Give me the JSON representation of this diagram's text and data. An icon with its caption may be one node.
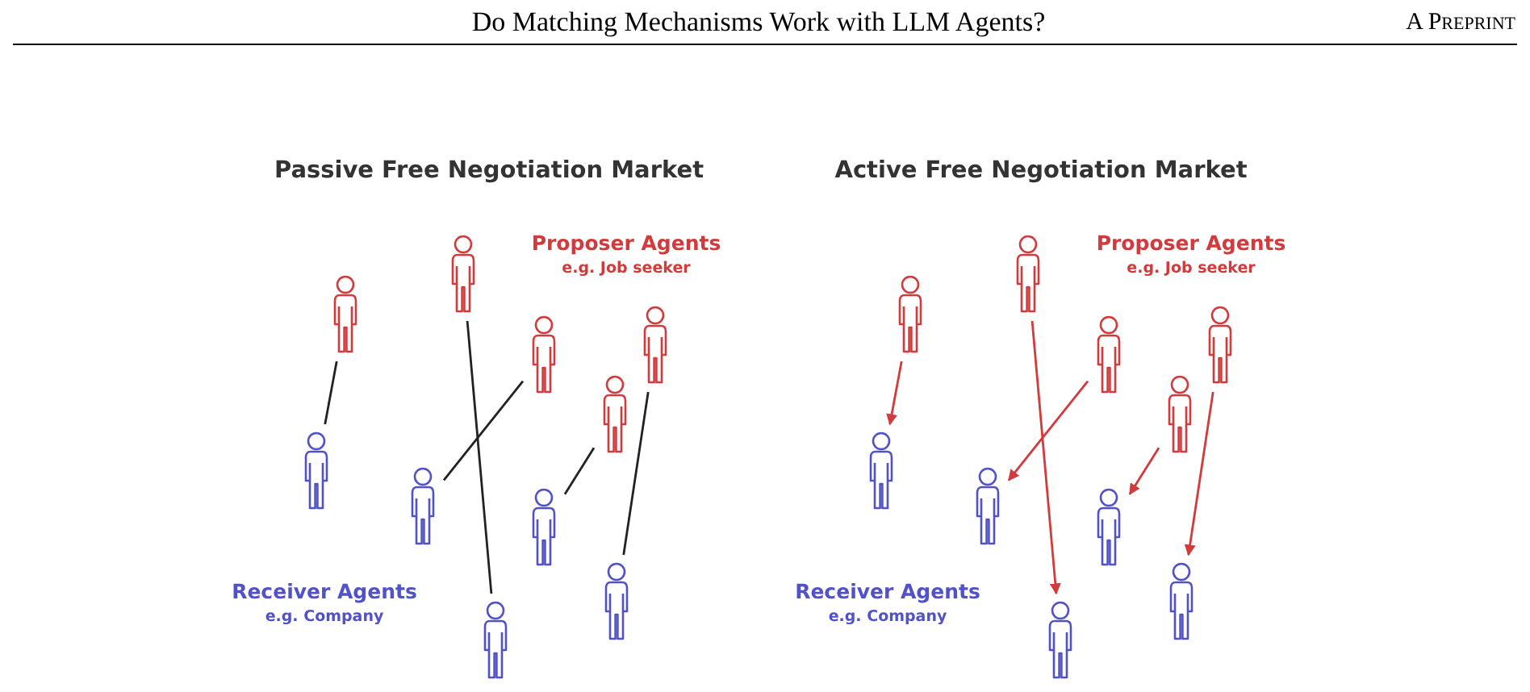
{
  "diagram": {
    "nodes": [
      {
        "text": [],
        "shape": "person"
      },
      {
        "text": [],
        "shape": "person"
      },
      {
        "text": [],
        "shape": "person"
      },
      {
        "text": [],
        "shape": "person"
      },
      {
        "text": [],
        "shape": "person"
      },
      {
        "text": [],
        "shape": "person"
      },
      {
        "text": [],
        "shape": "person"
      },
      {
        "text": [],
        "shape": "person"
      },
      {
        "text": [],
        "shape": "person"
      },
      {
        "text": [],
        "shape": "person"
      },
      {
        "text": [],
        "shape": "person"
      },
      {
        "text": [],
        "shape": "person"
      },
      {
        "text": [],
        "shape": "person"
      },
      {
        "text": [],
        "shape": "person"
      },
      {
        "text": [],
        "shape": "person"
      },
      {
        "text": [],
        "shape": "person"
      },
      {
        "text": [],
        "shape": "person"
      },
      {
        "text": [],
        "shape": "person"
      },
      {
        "text": [],
        "shape": "person"
      },
      {
        "text": [],
        "shape": "person"
      }
    ],
    "edges": [
      {
        "from": 0,
        "to": 5,
        "arrow": "none",
        "color": "#222222"
      },
      {
        "from": 1,
        "to": 7,
        "arrow": "none",
        "color": "#222222"
      },
      {
        "from": 2,
        "to": 6,
        "arrow": "none",
        "color": "#222222"
      },
      {
        "from": 3,
        "to": 8,
        "arrow": "none",
        "color": "#222222"
      },
      {
        "from": 4,
        "to": 9,
        "arrow": "none",
        "color": "#222222"
      },
      {
        "from": 10,
        "to": 15,
        "arrow": "to",
        "color": "#d23a3c"
      },
      {
        "from": 11,
        "to": 17,
        "arrow": "to",
        "color": "#d23a3c"
      },
      {
        "from": 12,
        "to": 16,
        "arrow": "to",
        "color": "#d23a3c"
      },
      {
        "from": 13,
        "to": 18,
        "arrow": "to",
        "color": "#d23a3c"
      },
      {
        "from": 14,
        "to": 19,
        "arrow": "to",
        "color": "#d23a3c"
      }
    ],
    "labels": [
      "Do Matching Mechanisms Work with LLM Agents?",
      "A Preprint",
      "Passive Free Negotiation Market",
      "Proposer Agents",
      "e.g. Job seeker",
      "Receiver Agents",
      "e.g. Company",
      "Active Free Negotiation Market",
      "Proposer Agents",
      "e.g. Job seeker",
      "Receiver Agents",
      "e.g. Company"
    ]
  }
}
